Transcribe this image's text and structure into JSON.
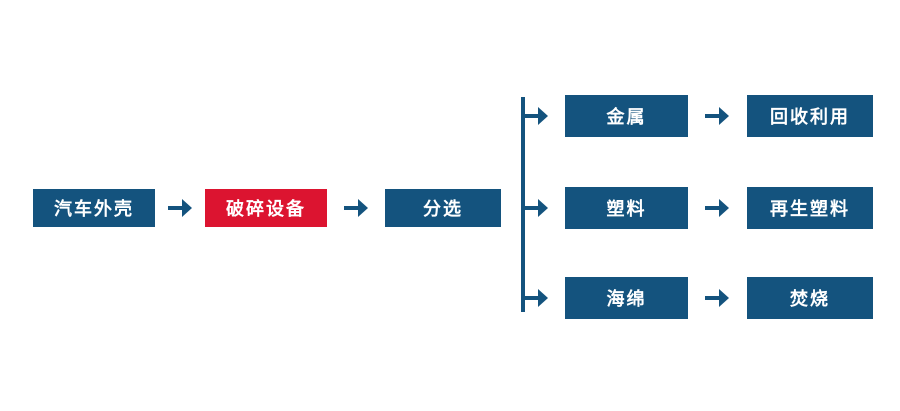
{
  "colors": {
    "node-blue": "#14537E",
    "node-red": "#DC1430",
    "connector": "#14537E",
    "text": "#FFFFFF",
    "background": "#FFFFFF"
  },
  "icons": {
    "arrow_right": "→"
  },
  "main_flow": [
    {
      "label": "汽车外壳",
      "variant": "blue"
    },
    {
      "label": "破碎设备",
      "variant": "red"
    },
    {
      "label": "分选",
      "variant": "blue"
    }
  ],
  "branches": [
    {
      "material": "金属",
      "disposition": "回收利用"
    },
    {
      "material": "塑料",
      "disposition": "再生塑料"
    },
    {
      "material": "海绵",
      "disposition": "焚烧"
    }
  ]
}
